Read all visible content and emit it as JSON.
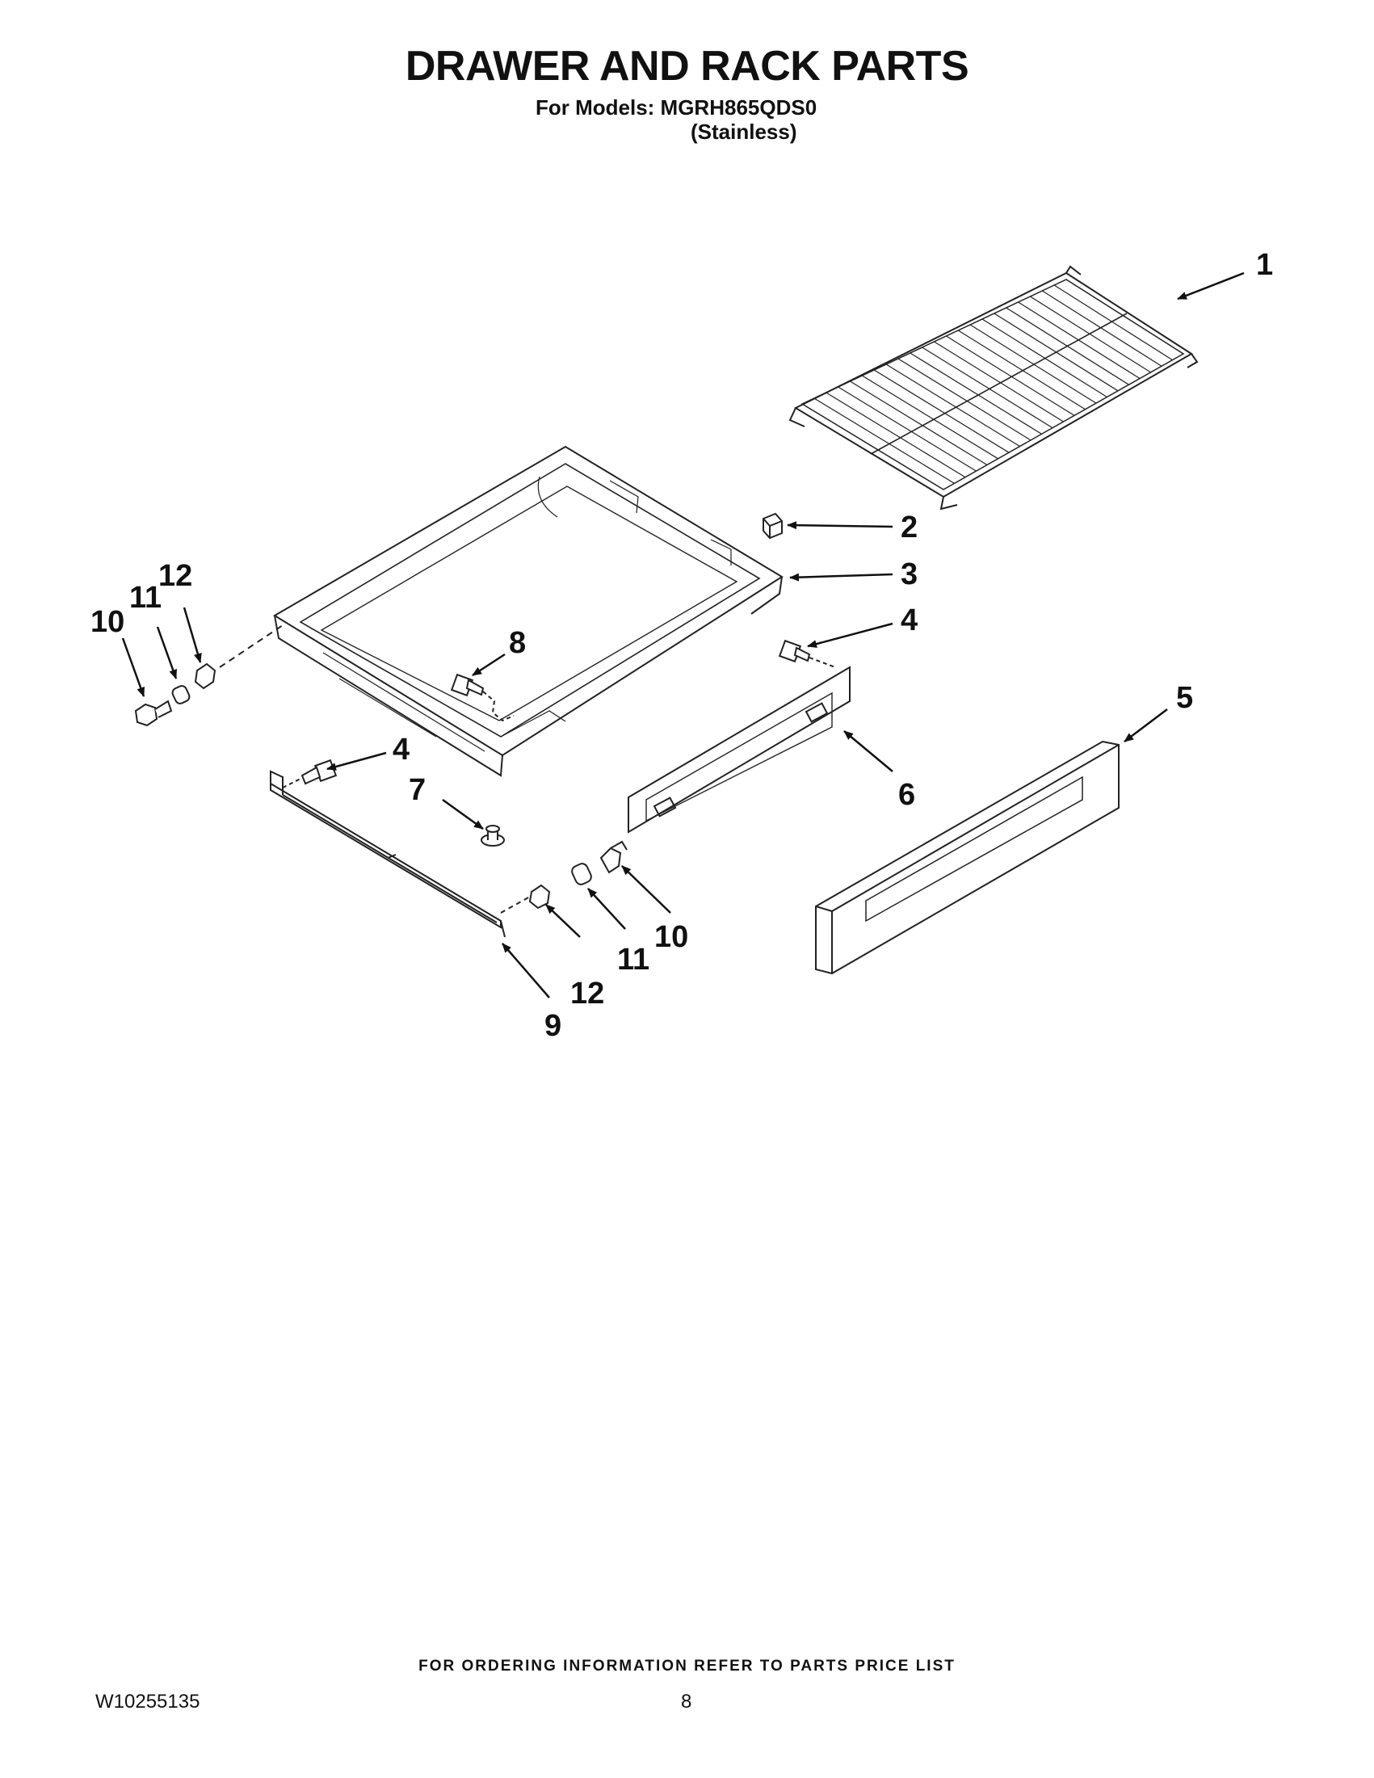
{
  "header": {
    "title": "DRAWER AND RACK PARTS",
    "models_line": "For Models: MGRH865QDS0",
    "variant_line": "(Stainless)"
  },
  "diagram": {
    "callouts": [
      "1",
      "2",
      "3",
      "4",
      "5",
      "6",
      "4",
      "7",
      "8",
      "9",
      "10",
      "11",
      "12",
      "10",
      "11",
      "12"
    ]
  },
  "footer": {
    "ordering_note": "FOR ORDERING INFORMATION REFER TO PARTS PRICE LIST",
    "doc_number": "W10255135",
    "page_number": "8"
  }
}
